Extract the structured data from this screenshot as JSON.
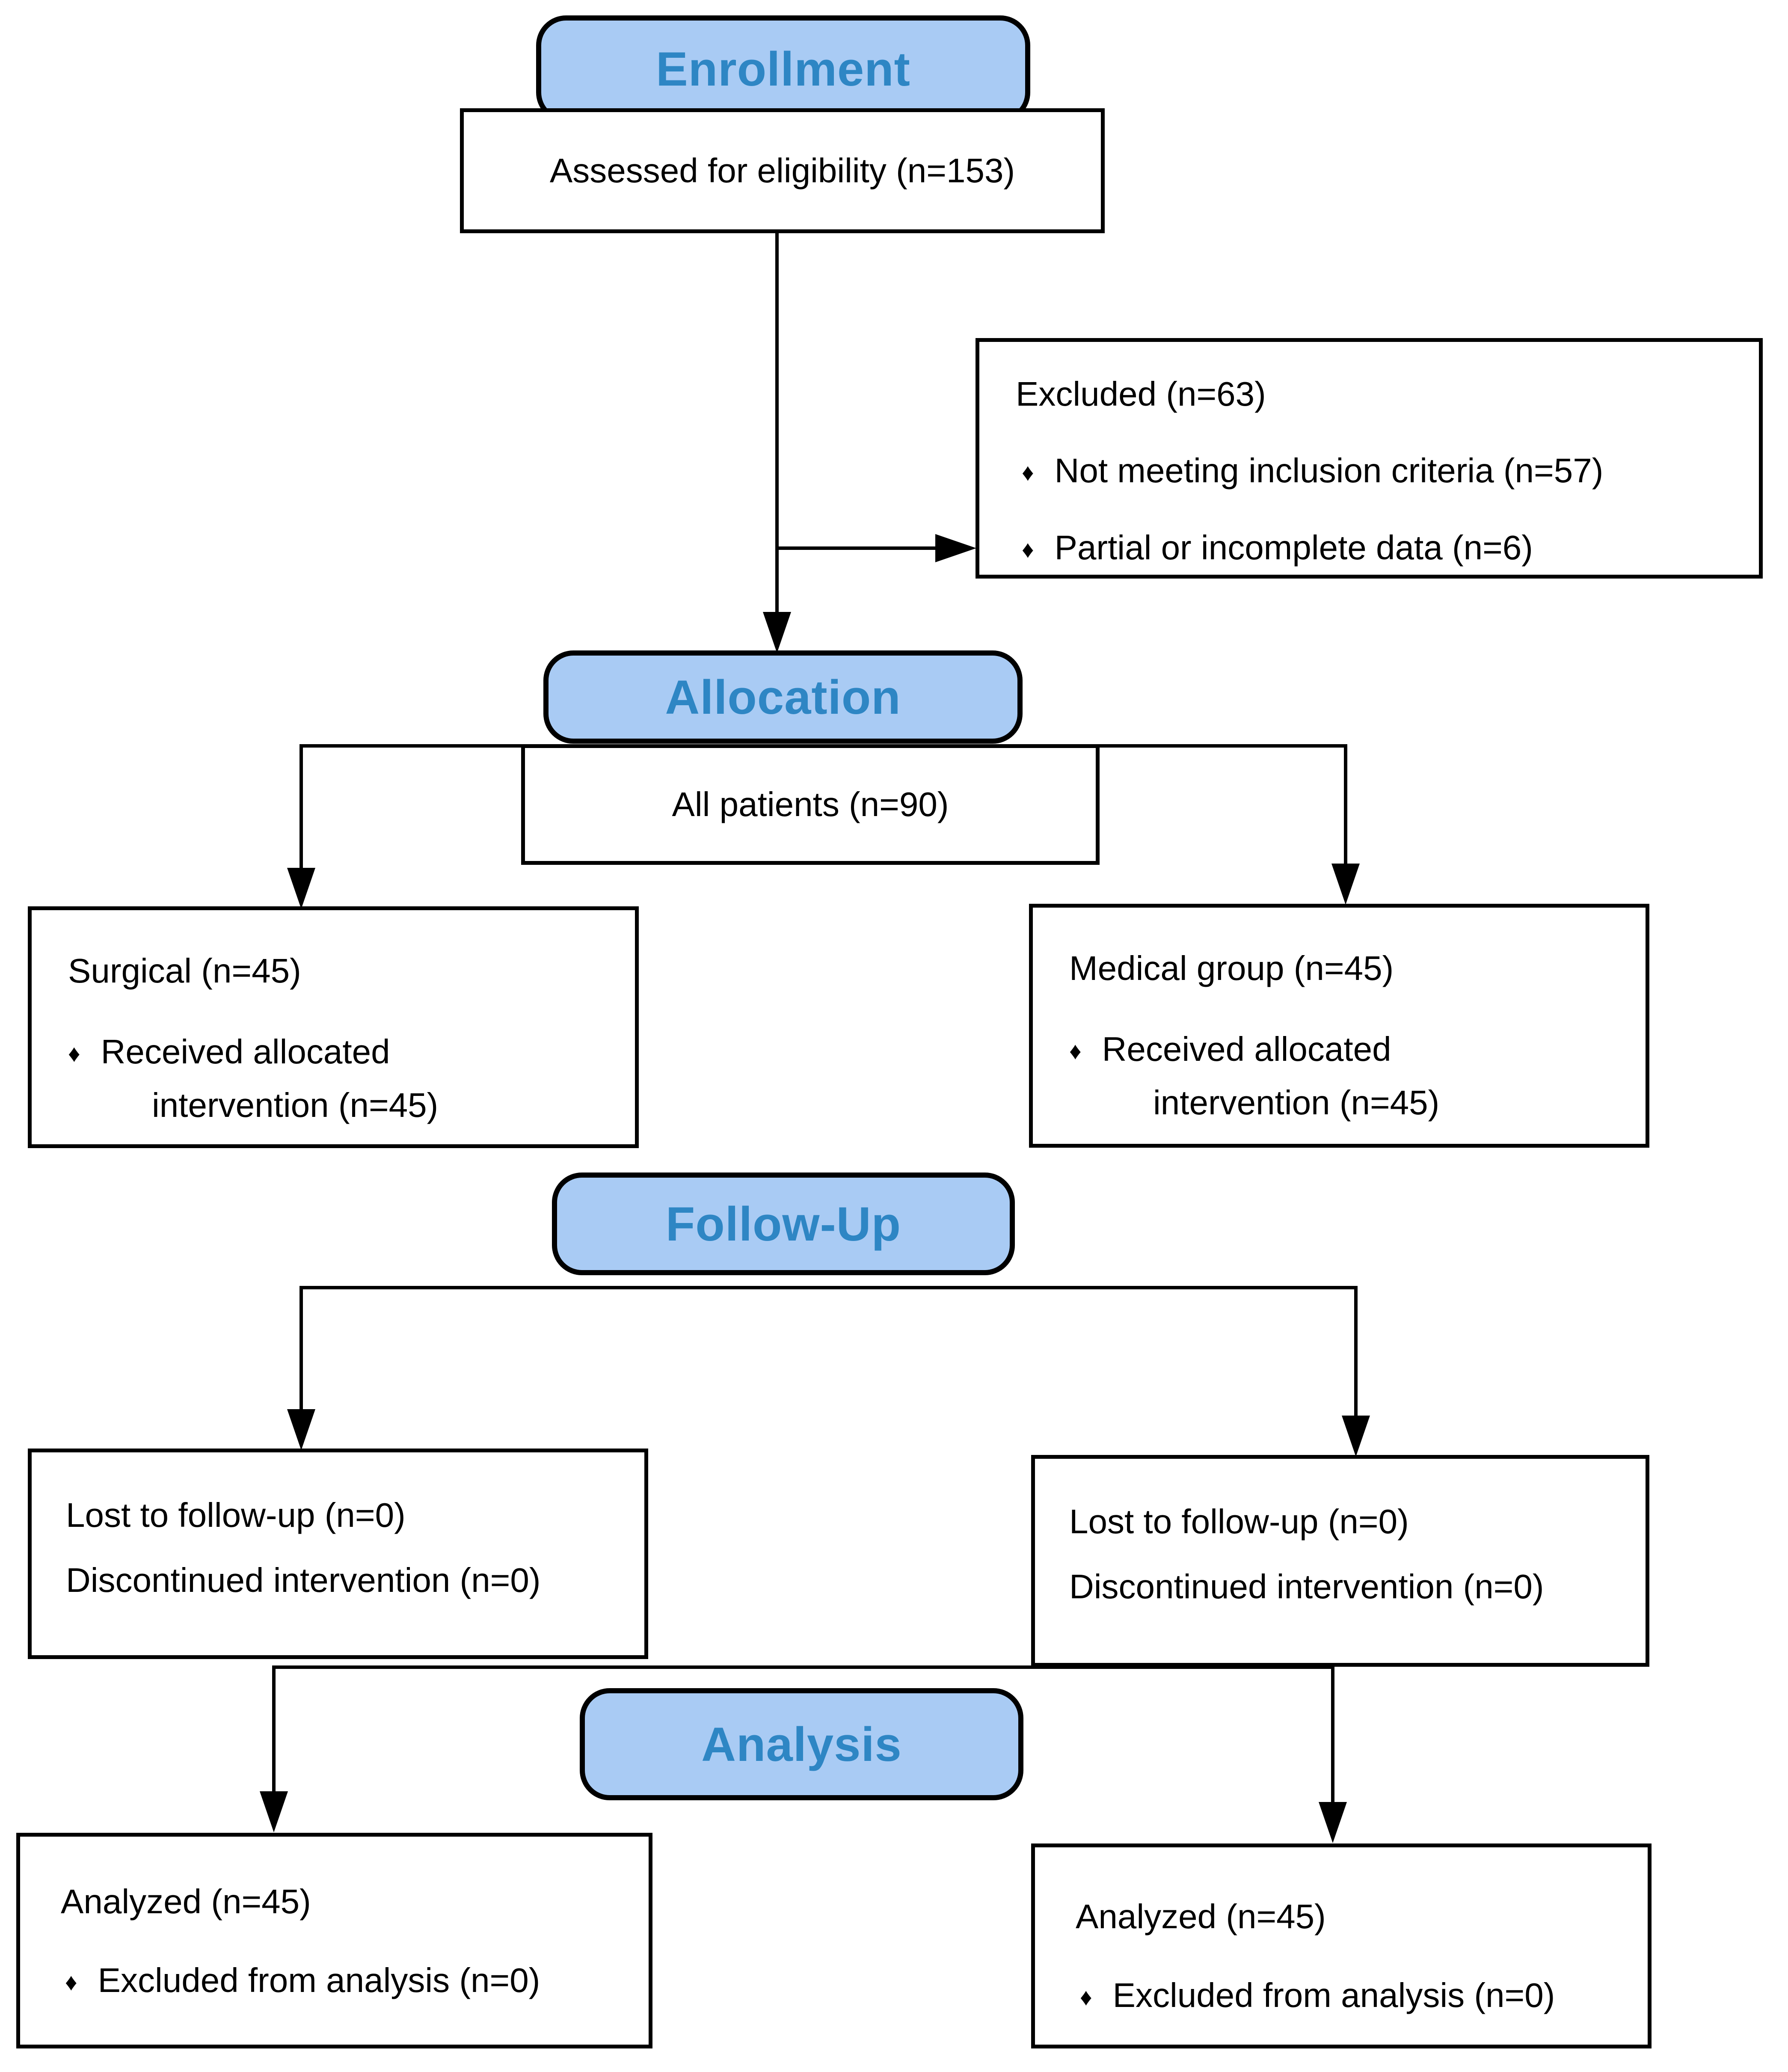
{
  "flow": {
    "title": "CONSORT participant flow diagram",
    "colors": {
      "stage_fill": "#A9CBF4",
      "stage_text": "#2E86C4",
      "border": "#000000",
      "background": "#FFFFFF"
    },
    "glyphs": {
      "bullet": "♦"
    },
    "stages": {
      "enrollment": "Enrollment",
      "allocation": "Allocation",
      "followup": "Follow-Up",
      "analysis": "Analysis"
    },
    "enrollment": {
      "assessed": "Assessed for eligibility (n=153)",
      "excluded": {
        "title": "Excluded (n=63)",
        "bullets": [
          "Not meeting inclusion criteria (n=57)",
          "Partial or incomplete data (n=6)"
        ]
      }
    },
    "allocation": {
      "all_patients": "All patients (n=90)",
      "surgical": {
        "title": "Surgical (n=45)",
        "bullet": "Received allocated",
        "bullet_cont": "intervention (n=45)"
      },
      "medical": {
        "title": "Medical group (n=45)",
        "bullet": "Received allocated",
        "bullet_cont": "intervention (n=45)"
      }
    },
    "followup": {
      "left": {
        "line1": "Lost to follow-up (n=0)",
        "line2": "Discontinued intervention (n=0)"
      },
      "right": {
        "line1": "Lost to follow-up (n=0)",
        "line2": "Discontinued intervention (n=0)"
      }
    },
    "analysis": {
      "left": {
        "title": "Analyzed (n=45)",
        "bullet": "Excluded from analysis (n=0)"
      },
      "right": {
        "title": "Analyzed (n=45)",
        "bullet": "Excluded from analysis (n=0)"
      }
    }
  }
}
